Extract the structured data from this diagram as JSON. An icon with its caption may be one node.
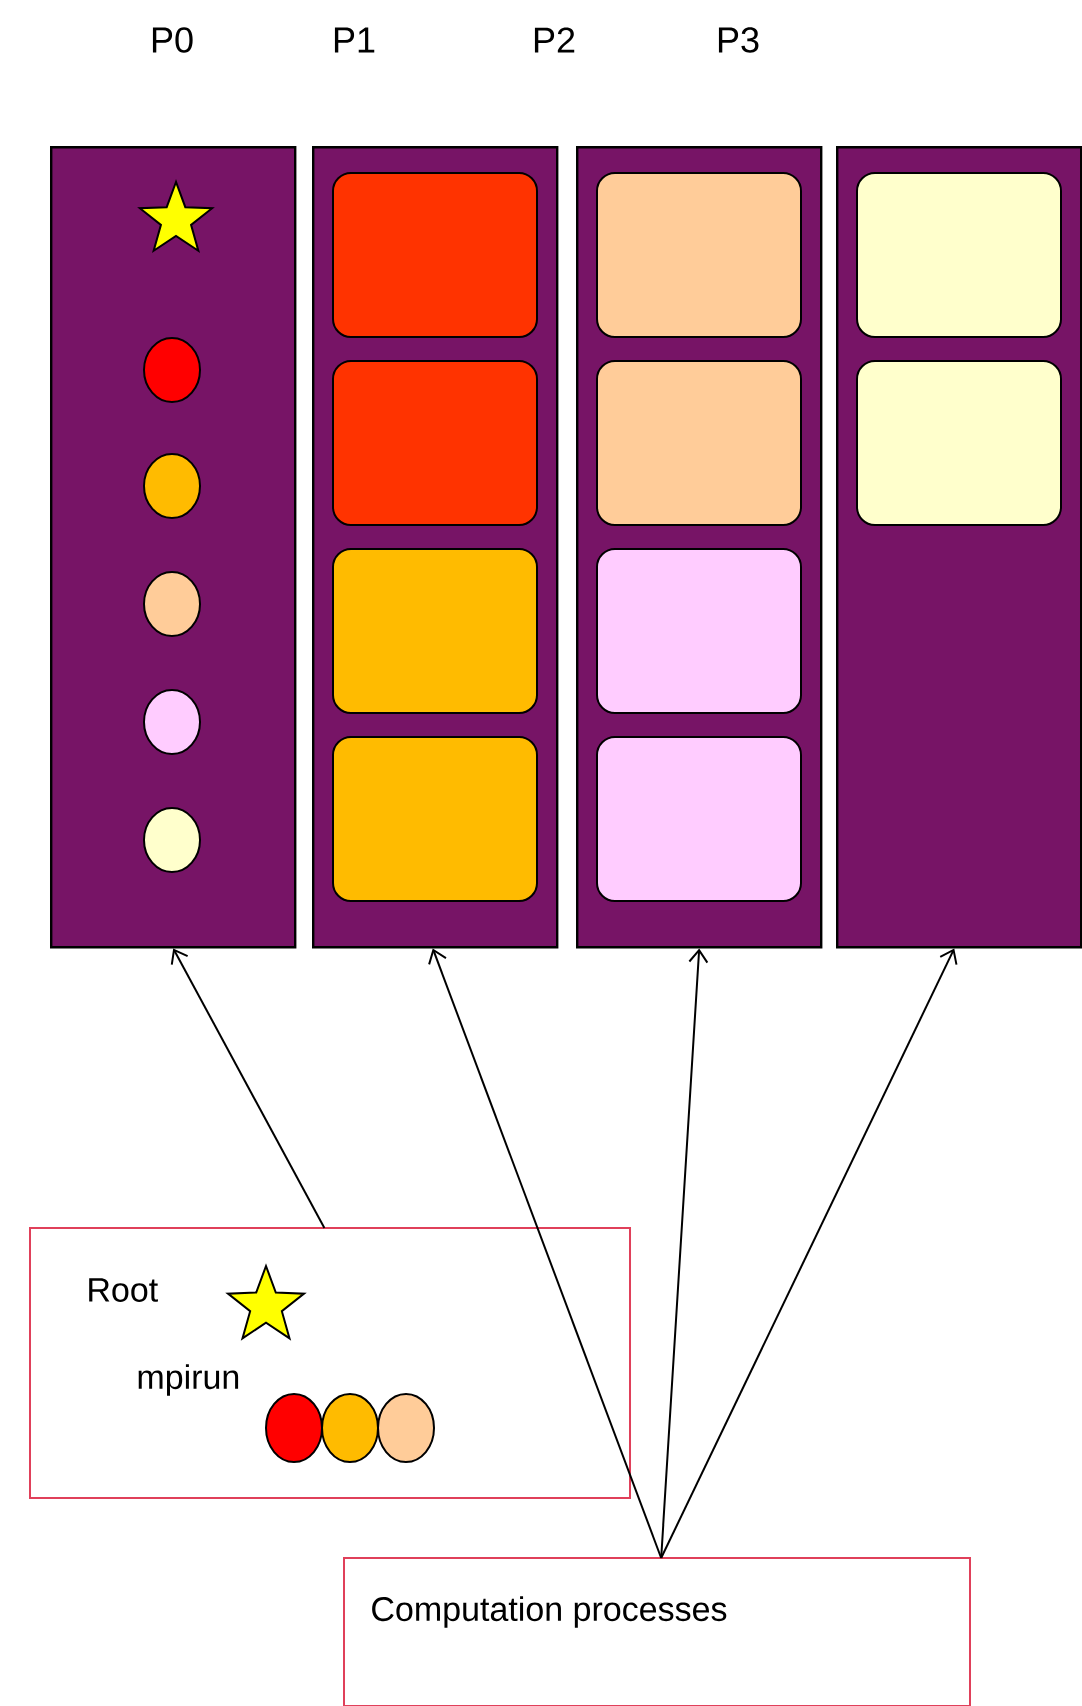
{
  "diagram": {
    "nodes": [
      {
        "text": [],
        "shape": "box"
      },
      {
        "text": [],
        "shape": "star",
        "in": 0
      },
      {
        "text": [],
        "shape": "circle",
        "in": 0
      },
      {
        "text": [],
        "shape": "circle",
        "in": 0
      },
      {
        "text": [],
        "shape": "circle",
        "in": 0
      },
      {
        "text": [],
        "shape": "circle",
        "in": 0
      },
      {
        "text": [],
        "shape": "circle",
        "in": 0
      },
      {
        "text": [],
        "shape": "box"
      },
      {
        "text": [],
        "shape": "box",
        "in": 7
      },
      {
        "text": [],
        "shape": "box",
        "in": 7
      },
      {
        "text": [],
        "shape": "box",
        "in": 7
      },
      {
        "text": [],
        "shape": "box",
        "in": 7
      },
      {
        "text": [],
        "shape": "box"
      },
      {
        "text": [],
        "shape": "box",
        "in": 12
      },
      {
        "text": [],
        "shape": "box",
        "in": 12
      },
      {
        "text": [],
        "shape": "box",
        "in": 12
      },
      {
        "text": [],
        "shape": "box",
        "in": 12
      },
      {
        "text": [],
        "shape": "box"
      },
      {
        "text": [],
        "shape": "box",
        "in": 17
      },
      {
        "text": [],
        "shape": "box",
        "in": 17
      },
      {
        "text": [
          "Root",
          "mpirun"
        ]
      },
      {
        "text": [],
        "shape": "star",
        "in": 20
      },
      {
        "text": [],
        "shape": "circle",
        "in": 20
      },
      {
        "text": [],
        "shape": "circle",
        "in": 20
      },
      {
        "text": [],
        "shape": "circle",
        "in": 20
      },
      {
        "text": [
          "Computation processes"
        ]
      }
    ],
    "edges": [
      {
        "from": 20,
        "to": 0,
        "arrow": "to"
      },
      {
        "from": 25,
        "to": 7,
        "arrow": "to"
      },
      {
        "from": 25,
        "to": 12,
        "arrow": "to"
      },
      {
        "from": 25,
        "to": 17,
        "arrow": "to"
      }
    ],
    "labels": [
      "P0",
      "P1",
      "P2",
      "P3"
    ]
  }
}
